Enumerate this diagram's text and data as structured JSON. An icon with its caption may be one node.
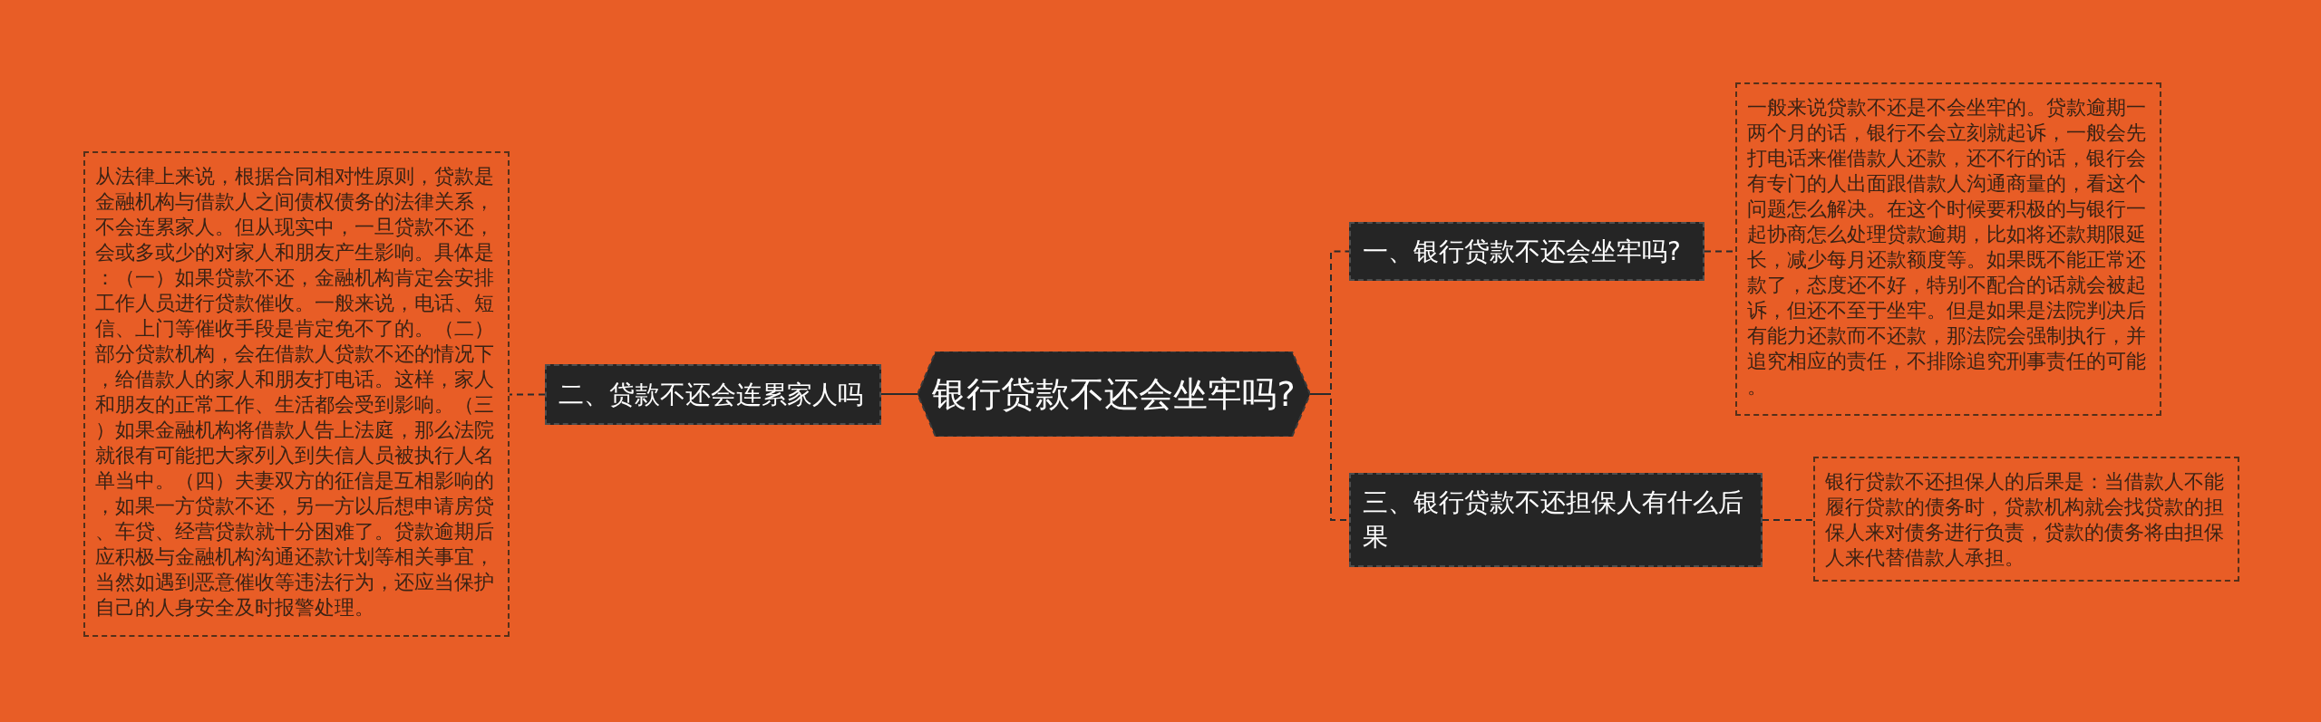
{
  "diagram": {
    "nodes": [
      {
        "text": [
          "银行贷款不还会坐牢吗?"
        ]
      },
      {
        "text": [
          "一、银行贷款不还会坐牢吗?"
        ]
      },
      {
        "text": [
          "一般来说贷款不还是不会坐牢的。贷款逾期一两个月的话，银行不会立刻就起诉，一般会先打电话来催借款人还款，还不行的话，银行会有专门的人出面跟借款人沟通商量的，看这个问题怎么解决。在这个时候要积极的与银行一起协商怎么处理贷款逾期，比如将还款期限延长，减少每月还款额度等。如果既不能正常还款了，态度还不好，特别不配合的话就会被起诉，但还不至于坐牢。但是如果是法院判决后有能力还款而不还款，那法院会强制执行，并追究相应的责任，不排除追究刑事责任的可能。"
        ]
      },
      {
        "text": [
          "二、贷款不还会连累家人吗"
        ]
      },
      {
        "text": [
          "从法律上来说，根据合同相对性原则，贷款是金融机构与借款人之间债权债务的法律关系，不会连累家人。但从现实中，一旦贷款不还，会或多或少的对家人和朋友产生影响。具体是：（一）如果贷款不还，金融机构肯定会安排工作人员进行贷款催收。一般来说，电话、短信、上门等催收手段是肯定免不了的。（二）部分贷款机构，会在借款人贷款不还的情况下，给借款人的家人和朋友打电话。这样，家人和朋友的正常工作、生活都会受到影响。（三）如果金融机构将借款人告上法庭，那么法院就很有可能把大家列入到失信人员被执行人名单当中。（四）夫妻双方的征信是互相影响的，如果一方贷款不还，另一方以后想申请房贷、车贷、经营贷款就十分困难了。贷款逾期后应积极与金融机构沟通还款计划等相关事宜，当然如遇到恶意催收等违法行为，还应当保护自己的人身安全及时报警处理。"
        ]
      },
      {
        "text": [
          "三、银行贷款不还担保人有什么后果"
        ]
      },
      {
        "text": [
          "银行贷款不还担保人的后果是：当借款人不能履行贷款的债务时，贷款机构就会找贷款的担保人来对债务进行负责，贷款的债务将由担保人来代替借款人承担。"
        ]
      }
    ],
    "edges": [
      {
        "from": 0,
        "to": 1,
        "arrow": "none",
        "style": "dashed"
      },
      {
        "from": 1,
        "to": 2,
        "arrow": "none",
        "style": "dashed"
      },
      {
        "from": 0,
        "to": 3,
        "arrow": "none"
      },
      {
        "from": 3,
        "to": 4,
        "arrow": "none",
        "style": "dashed"
      },
      {
        "from": 0,
        "to": 5,
        "arrow": "none",
        "style": "dashed"
      },
      {
        "from": 5,
        "to": 6,
        "arrow": "none",
        "style": "dashed"
      }
    ]
  }
}
